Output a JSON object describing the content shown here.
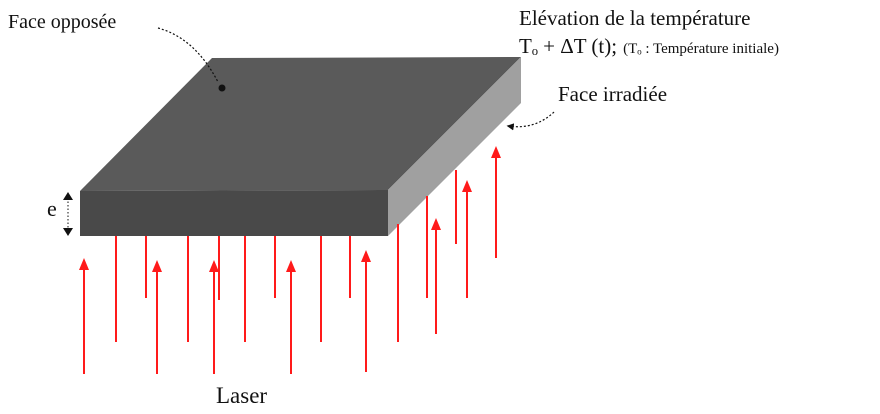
{
  "labels": {
    "face_opposee": "Face opposée",
    "elevation_title": "Elévation de la température",
    "elevation_formula": "Tₒ + ΔT (t);",
    "initial_temp_note": "(Tₒ : Température initiale)",
    "face_irradiee": "Face irradiée",
    "thickness": "e",
    "laser": "Laser"
  },
  "colors": {
    "top_face": "#5a5a5a",
    "front_face": "#494949",
    "side_face": "#a0a0a0",
    "laser_arrow": "#ff1a1a",
    "text": "#111111"
  }
}
